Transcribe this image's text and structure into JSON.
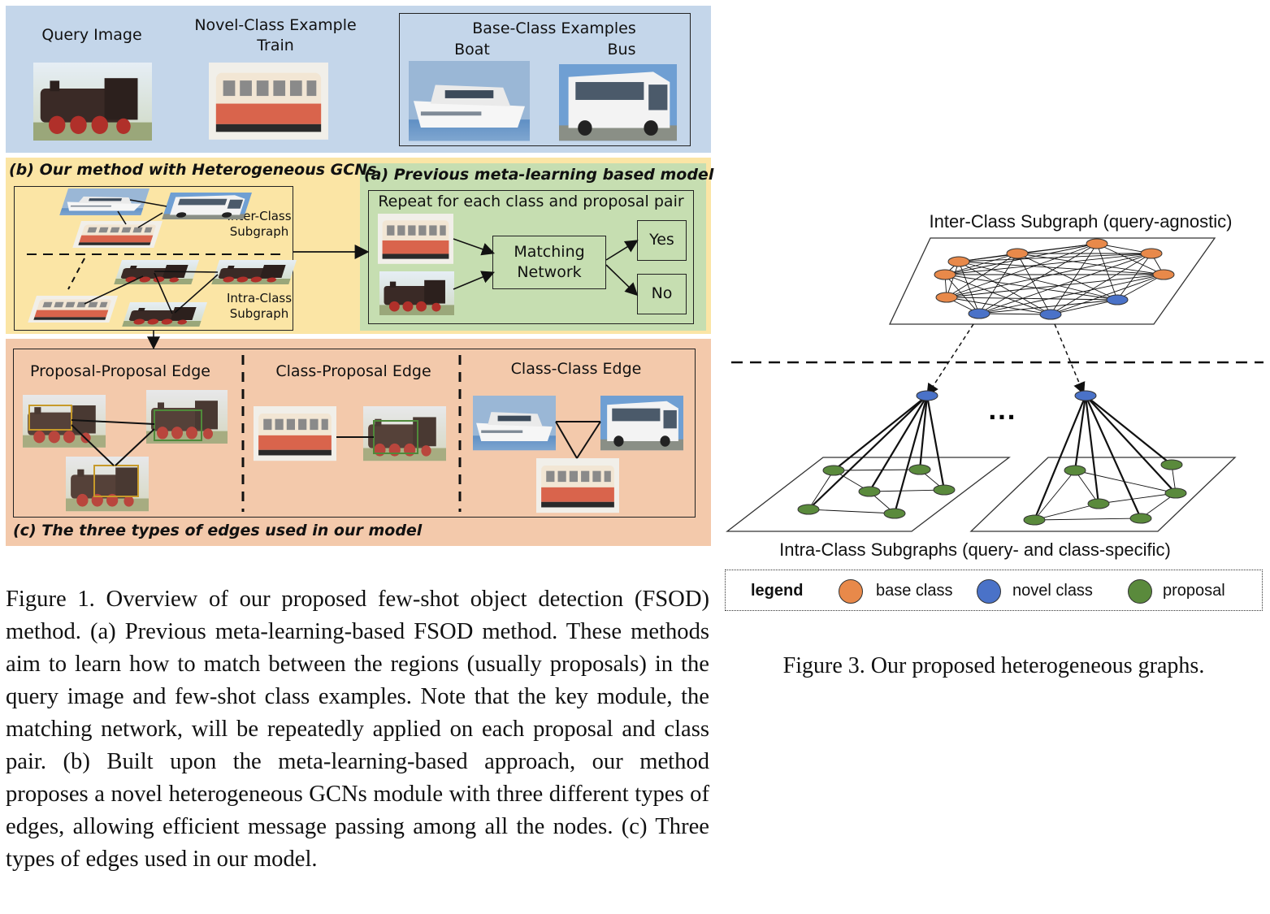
{
  "figure1": {
    "top": {
      "query_image": "Query Image",
      "novel_title": "Novel-Class Example",
      "novel_class": "Train",
      "base_title": "Base-Class Examples",
      "base_boat": "Boat",
      "base_bus": "Bus"
    },
    "mid": {
      "b_title": "(b) Our method with Heterogeneous GCNs",
      "a_title": "(a)  Previous meta-learning based model",
      "inter_class_subgraph": "Inter-Class Subgraph",
      "intra_class_subgraph": "Intra-Class Subgraph",
      "repeat_text": "Repeat for each class and proposal pair",
      "matching_network": "Matching Network",
      "yes": "Yes",
      "no": "No"
    },
    "bottom": {
      "pp_edge": "Proposal-Proposal Edge",
      "cp_edge": "Class-Proposal Edge",
      "cc_edge": "Class-Class Edge",
      "c_title": "(c) The three types of edges used in our model"
    },
    "caption": "Figure 1. Overview of our proposed few-shot object detection (FSOD) method. (a) Previous meta-learning-based FSOD method. These methods aim to learn how to match between the regions (usually proposals) in the query image and few-shot class examples. Note that the key module, the matching network, will be repeatedly applied on each proposal and class pair. (b) Built upon the meta-learning-based approach, our method proposes a novel heterogeneous GCNs module with three different types of edges, allowing efficient message passing among all the nodes. (c) Three types of edges used in our model."
  },
  "figure3": {
    "inter_title": "Inter-Class Subgraph (query-agnostic)",
    "intra_title": "Intra-Class Subgraphs (query- and class-specific)",
    "ellipsis": "...",
    "legend": {
      "title": "legend",
      "items": [
        {
          "label": "base class",
          "color": "#e8894a"
        },
        {
          "label": "novel class",
          "color": "#4a72c8"
        },
        {
          "label": "proposal",
          "color": "#5a8a3c"
        }
      ]
    },
    "caption": "Figure 3. Our proposed heterogeneous graphs."
  },
  "colors": {
    "panel_top": "#c4d6ea",
    "panel_mid": "#fbe5a5",
    "panel_bottom": "#f3c9ab",
    "panel_green": "#c6deb1",
    "train_red": "#d9644c",
    "train_cream": "#f2e6d4",
    "loco_dark": "#3a2a26"
  }
}
